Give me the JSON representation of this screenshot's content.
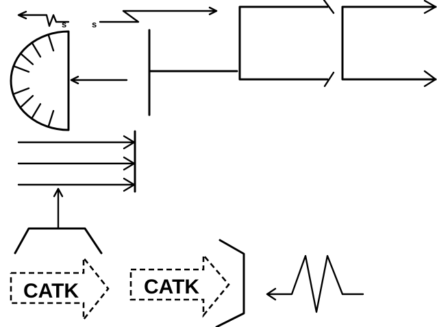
{
  "symbols": {
    "label_s1": "s",
    "label_s2": "s",
    "catk_label_1": "CATK",
    "catk_label_2": "CATK"
  },
  "colors": {
    "stroke": "#000000",
    "background": "#ffffff"
  }
}
